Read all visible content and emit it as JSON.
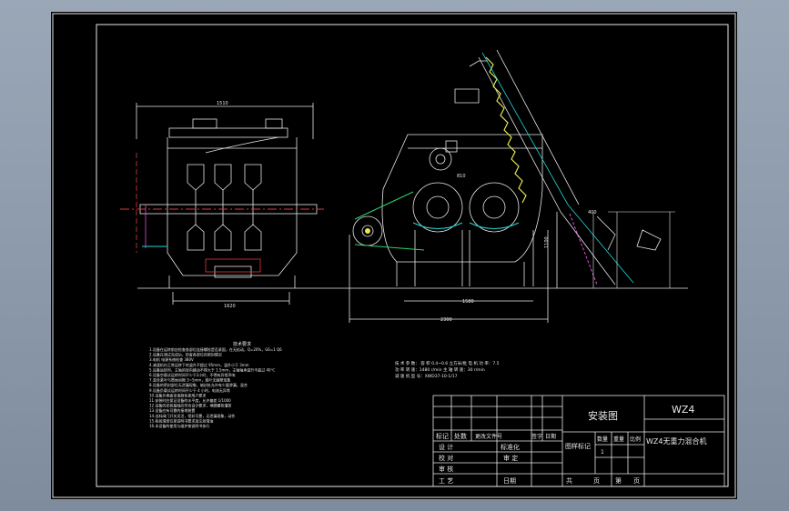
{
  "drawing": {
    "model": "WZ4",
    "machine_name": "WZ4无重力混合机",
    "drawing_type": "安装图",
    "colors": {
      "background": "#000000",
      "line": "#e8e8e8",
      "accent_cyan": "#21d6d6",
      "accent_green": "#2fd36b",
      "accent_red": "#e03a3a",
      "accent_yellow": "#e8e84a",
      "accent_magenta": "#e24fd8",
      "desktop": "#8d9aab"
    },
    "dimensions": {
      "front_top_width": "1510",
      "front_bottom_width": "1620",
      "side_bottom": "1580",
      "side_overall": "2300",
      "side_height": "1100",
      "inner_small": "810",
      "conveyor": "400"
    },
    "notes_title": "技术要求",
    "notes_lines": [
      "1.设备在运转前应检查各部位连接螺栓是否紧固，在无松动，Q=20%，G6=1 Q6",
      "2.设备在调试完成后，检查各部位的密封情况",
      "3.电机 电源系统检查 380V",
      "4.减速机在正常运转下的温升不超过 95mm，温升小于 3mm",
      "5.设备运转时，主轴的径向跳动不得大于 1.5mm，主轴轴承温升不超过 40℃",
      "6.设备空载试运转时间不少于2小时，不得有异常声响",
      "7.混合桨叶与筒体间隙 3~5mm，桨叶无碰壁现象",
      "8.设备的密封部位无泄漏现象，轴封处允许有少量渗漏，混合",
      "9.设备负载试运转时间不少于 4 小时，电流无异常",
      "10.设备外表面涂漆颜色按用户要求",
      "11.安装时应保证设备的水平度，允许偏差 1/1000",
      "12.设备的安装基础应符合设计要求，地脚螺栓灌浆",
      "13.设备应有可靠的接地装置",
      "14.出料阀门开关灵活，密封可靠，无泄漏现象，动作",
      "15.各润滑部位按说明书要求加注润滑油",
      "16.本设备的使用与维护按说明书执行"
    ],
    "spec_lines": [
      "技  术  参  数：  容 积 0.4~0.6 立方米/批 电 机 功 率：7.5",
      "功 率 转 速：1480 r/min  主 轴 转 速：30 r/min",
      "减 速 机 型 号：XWD37-10-1/17"
    ],
    "title_block": {
      "mark": "标记",
      "count": "处数",
      "change_doc": "更改文件号",
      "signature": "签字",
      "date": "日期",
      "design": "设 计",
      "check": "校 对",
      "review": "审 核",
      "process": "工 艺",
      "standardize": "标准化",
      "approve": "审 定",
      "date2": "日期",
      "stage_mark": "图样标记",
      "weight": "重量",
      "scale": "比例",
      "quantity": "数量",
      "qty_value": "1",
      "total": "共",
      "sheet": "页",
      "page_of": "第",
      "page": "页"
    }
  }
}
